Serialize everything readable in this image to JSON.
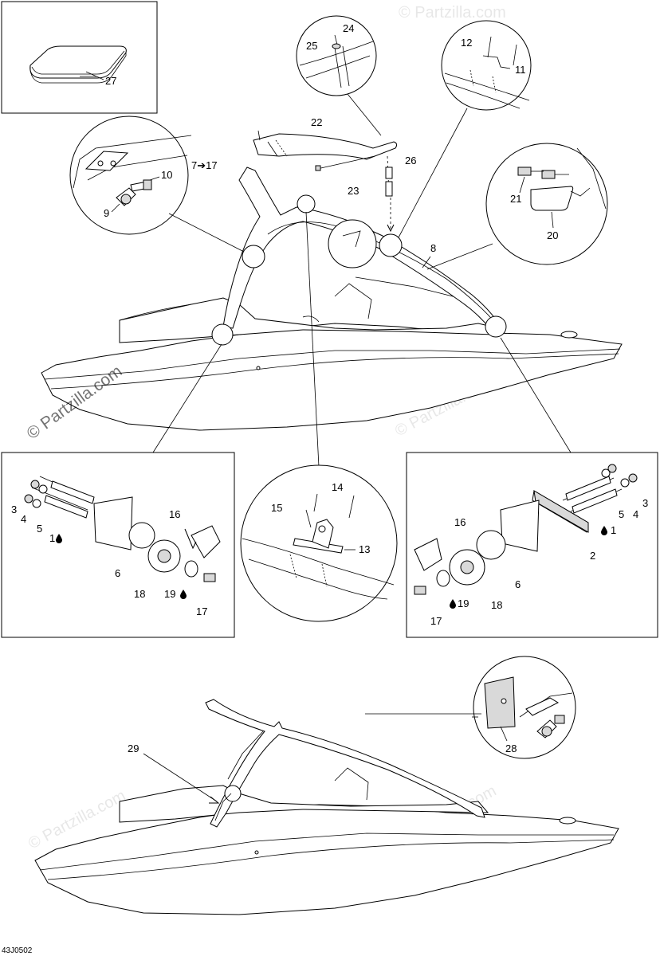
{
  "diagram": {
    "code": "43J0502",
    "watermarks": {
      "main": "© Partzilla.com",
      "faint": "© Partzilla.com"
    },
    "labels": {
      "n1_left": "1",
      "n1_right": "1",
      "n2": "2",
      "n3_left": "3",
      "n3_right": "3",
      "n4_left": "4",
      "n4_right": "4",
      "n5_left": "5",
      "n5_right": "5",
      "n6_left": "6",
      "n6_right": "6",
      "n7_17": "7➔17",
      "n8": "8",
      "n9": "9",
      "n10": "10",
      "n11": "11",
      "n12": "12",
      "n13": "13",
      "n14": "14",
      "n15": "15",
      "n16_left": "16",
      "n16_right": "16",
      "n17_left": "17",
      "n17_right": "17",
      "n18_left": "18",
      "n18_right": "18",
      "n19_left": "19",
      "n19_right": "19",
      "n20": "20",
      "n21": "21",
      "n22": "22",
      "n23": "23",
      "n24": "24",
      "n25": "25",
      "n26": "26",
      "n27": "27",
      "n28": "28",
      "n29": "29"
    }
  }
}
